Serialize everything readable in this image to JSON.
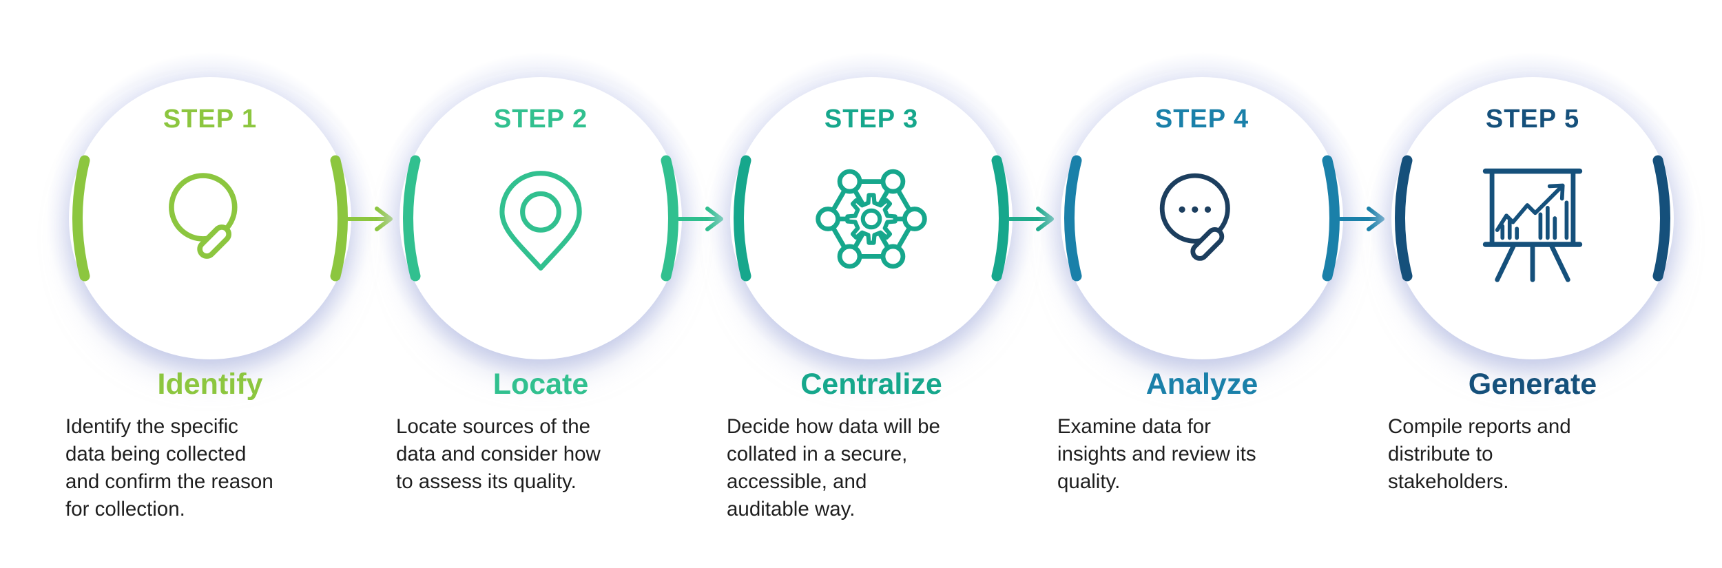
{
  "page": {
    "background": "#FFFFFF",
    "halo_color": "#E1E5F6",
    "description_text_color": "#1E1E1E"
  },
  "steps": [
    {
      "step_label": "STEP 1",
      "title": "Identify",
      "description": "Identify the specific\ndata being collected\nand confirm the reason\nfor collection.",
      "color": "#8CC63F",
      "icon": "magnifier-search-icon"
    },
    {
      "step_label": "STEP 2",
      "title": "Locate",
      "description": "Locate sources of the\ndata and consider how\nto assess its quality.",
      "color": "#31C08F",
      "icon": "location-pin-icon"
    },
    {
      "step_label": "STEP 3",
      "title": "Centralize",
      "description": "Decide how data will be\ncollated in a secure,\naccessible, and\nauditable way.",
      "color": "#16A78C",
      "icon": "network-gear-icon"
    },
    {
      "step_label": "STEP 4",
      "title": "Analyze",
      "description": "Examine data for\ninsights and review its\nquality.",
      "color": "#1A80A9",
      "icon_color": "#1C3E5E",
      "icon": "magnifier-dots-icon"
    },
    {
      "step_label": "STEP 5",
      "title": "Generate",
      "description": "Compile reports and\ndistribute to\nstakeholders.",
      "color": "#15507B",
      "icon": "chart-presentation-icon"
    }
  ],
  "connectors": [
    {
      "from": "STEP 1",
      "to": "STEP 2",
      "color": "#8CC63F"
    },
    {
      "from": "STEP 2",
      "to": "STEP 3",
      "color": "#2EBE8E"
    },
    {
      "from": "STEP 3",
      "to": "STEP 4",
      "color": "#1FAB8C"
    },
    {
      "from": "STEP 4",
      "to": "STEP 5",
      "color": "#1A80A9"
    }
  ]
}
